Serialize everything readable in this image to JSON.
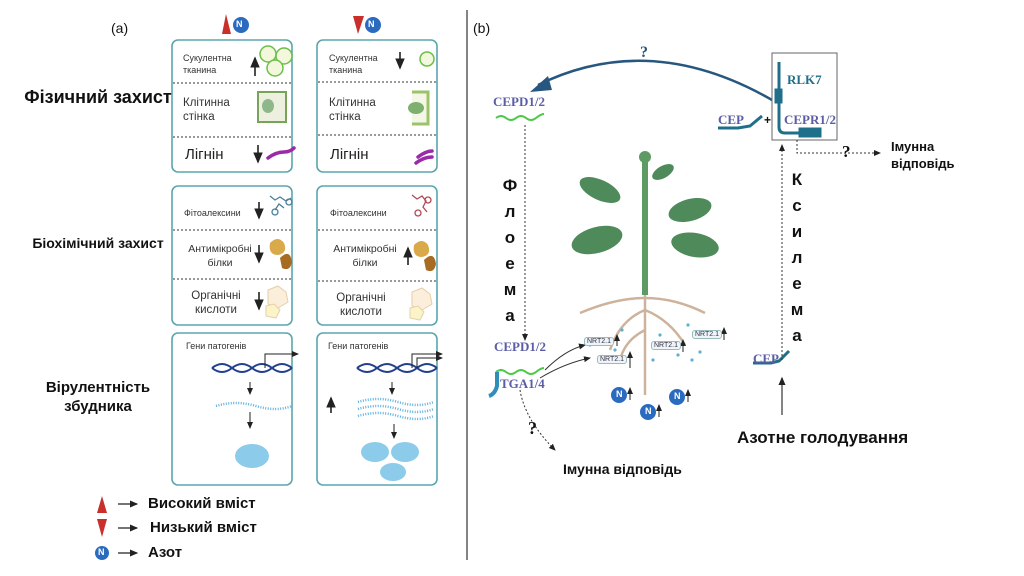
{
  "panel_a": {
    "label": "(a)",
    "columns": [
      {
        "nitrogen_level": "high",
        "icon": "red-up-triangle-with-nitrogen",
        "nitrogen_symbol": "N"
      },
      {
        "nitrogen_level": "low",
        "icon": "red-down-triangle-with-nitrogen",
        "nitrogen_symbol": "N"
      }
    ],
    "sections": {
      "physical": "Фізичний захист",
      "biochemical": "Біохімічний захист",
      "virulence": "Вірулентність збудника"
    },
    "rows": {
      "succulent": "Сукулентна тканина",
      "cell_wall": "Клітинна стінка",
      "lignin": "Лігнін",
      "phytoalexins": "Фітоалексини",
      "antimicrobial": "Антимікробні білки",
      "organic_acids": "Органічні кислоти",
      "pathogen_genes": "Гени патогенів"
    },
    "high_n_arrows": {
      "succulent": "up",
      "lignin": "down",
      "phytoalexins": "down",
      "antimicrobial": "down",
      "organic_acids": "down"
    },
    "low_n_arrows": {
      "succulent": "down",
      "antimicrobial": "up",
      "virulence": "up"
    },
    "legend": {
      "high": "Високий вміст",
      "low": "Низький вміст",
      "nitrogen": "Азот",
      "nitrogen_symbol": "N",
      "arrow": "→"
    }
  },
  "panel_b": {
    "label": "(b)",
    "cepd_top": "CEPD1/2",
    "cepd_bottom": "CEPD1/2",
    "tga": "TGA1/4",
    "rlk7": "RLK7",
    "cepr": "CEPR1/2",
    "cep_top": "CEP",
    "cep_bottom": "CEP",
    "plus": "+",
    "question": "?",
    "phloem": [
      "Ф",
      "л",
      "о",
      "е",
      "м",
      "а"
    ],
    "xylem": [
      "К",
      "с",
      "и",
      "л",
      "е",
      "м",
      "а"
    ],
    "immune_right": "Імунна відповідь",
    "immune_bottom": "Імунна відповідь",
    "starvation": "Азотне голодування",
    "nrt": "NRT2.1",
    "nitrogen_symbol": "N"
  },
  "colors": {
    "box_border": "#5aa6ad",
    "red_triangle": "#c9302c",
    "nitrogen_circle": "#2a6bbf",
    "curve_arrow": "#27577f",
    "protein_label": "#5b5ea6",
    "leaf": "#4f8a5b",
    "root": "#cdb39b"
  }
}
